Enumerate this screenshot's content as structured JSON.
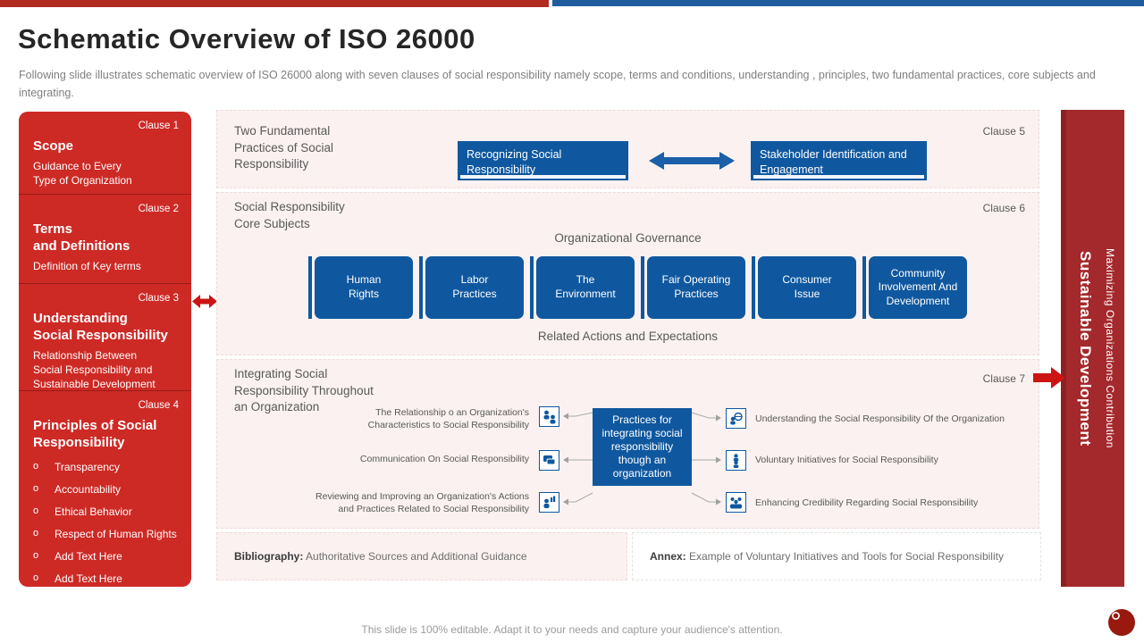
{
  "page": {
    "title": "Schematic Overview of ISO 26000",
    "subtitle": "Following slide illustrates schematic overview of ISO 26000 along with seven clauses of social responsibility namely scope, terms and conditions, understanding , principles, two fundamental practices, core subjects and integrating.",
    "footer": "This slide is 100% editable. Adapt it to your needs and capture your audience's attention."
  },
  "colors": {
    "sidebar_red": "#CD2A25",
    "dark_red_bar": "#A4292C",
    "blue": "#0F589F",
    "panel_pink": "#FAF1F0",
    "arrow_red": "#CC1414"
  },
  "sidebar": {
    "sections": [
      {
        "clause": "Clause 1",
        "title": "Scope",
        "desc": "Guidance to Every\nType of Organization"
      },
      {
        "clause": "Clause 2",
        "title": "Terms\nand Definitions",
        "desc": "Definition of Key terms"
      },
      {
        "clause": "Clause 3",
        "title": "Understanding\nSocial Responsibility",
        "desc": "Relationship Between\nSocial Responsibility and\nSustainable Development"
      },
      {
        "clause": "Clause 4",
        "title": "Principles of Social\nResponsibility"
      }
    ],
    "bullet_marker": "o",
    "bullets": [
      "Transparency",
      "Accountability",
      "Ethical Behavior",
      "Respect of Human Rights",
      "Add Text Here",
      "Add Text Here"
    ]
  },
  "clause5": {
    "label": "Clause 5",
    "heading": "Two Fundamental\nPractices of Social\nResponsibility",
    "box_left": "Recognizing Social\nResponsibility",
    "box_right": "Stakeholder Identification and\nEngagement"
  },
  "clause6": {
    "label": "Clause 6",
    "heading": "Social Responsibility\nCore Subjects",
    "top_caption": "Organizational Governance",
    "bottom_caption": "Related Actions and Expectations",
    "boxes": [
      "Human\nRights",
      "Labor\nPractices",
      "The\nEnvironment",
      "Fair Operating\nPractices",
      "Consumer\nIssue",
      "Community\nInvolvement And\nDevelopment"
    ]
  },
  "clause7": {
    "label": "Clause 7",
    "heading": "Integrating Social\nResponsibility Throughout\nan Organization",
    "center_box": "Practices for\nintegrating social\nresponsibility\nthough an\norganization",
    "left_items": [
      "The Relationship o an Organization's\nCharacteristics to Social Responsibility",
      "Communication On Social Responsibility",
      "Reviewing and Improving an Organization's Actions\nand Practices Related to Social Responsibility"
    ],
    "right_items": [
      "Understanding the Social Responsibility Of the Organization",
      "Voluntary Initiatives for Social Responsibility",
      "Enhancing Credibility Regarding Social Responsibility"
    ]
  },
  "bottom": {
    "bibliography_label": "Bibliography:",
    "bibliography_text": " Authoritative Sources and Additional Guidance",
    "annex_label": "Annex:",
    "annex_text": " Example of Voluntary Initiatives and Tools for Social Responsibility"
  },
  "right_bar": {
    "subtitle": "Maximizing Organizations Contribution",
    "title": "Sustainable Development"
  }
}
